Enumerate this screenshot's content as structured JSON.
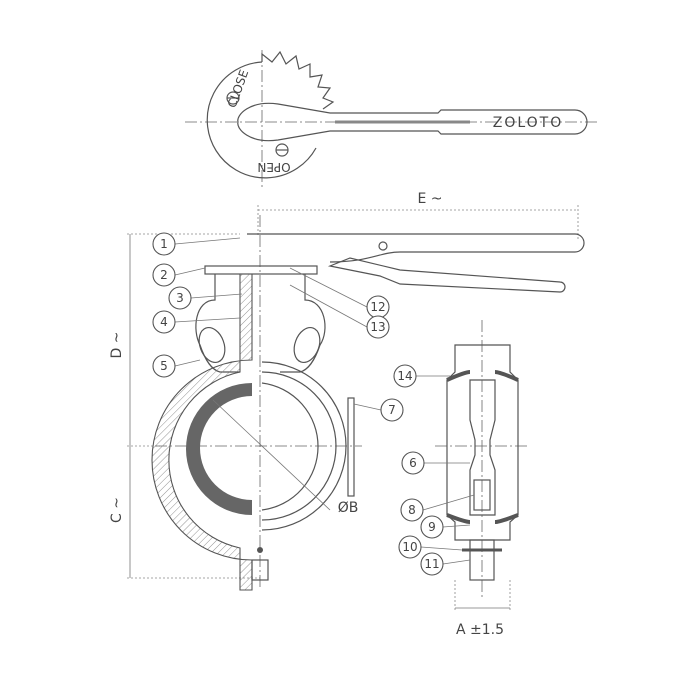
{
  "handle_top_view": {
    "logo": "ZOLOTO",
    "close_label": "CLOSE",
    "open_label": "OPEN"
  },
  "dimensions": {
    "e": "E ~",
    "d": "D ~",
    "c": "C ~",
    "b": "ØB",
    "a": "A ±1.5"
  },
  "callouts": [
    "1",
    "2",
    "3",
    "4",
    "5",
    "6",
    "7",
    "8",
    "9",
    "10",
    "11",
    "12",
    "13",
    "14"
  ],
  "colors": {
    "line": "#555555",
    "seat": "#666666"
  }
}
